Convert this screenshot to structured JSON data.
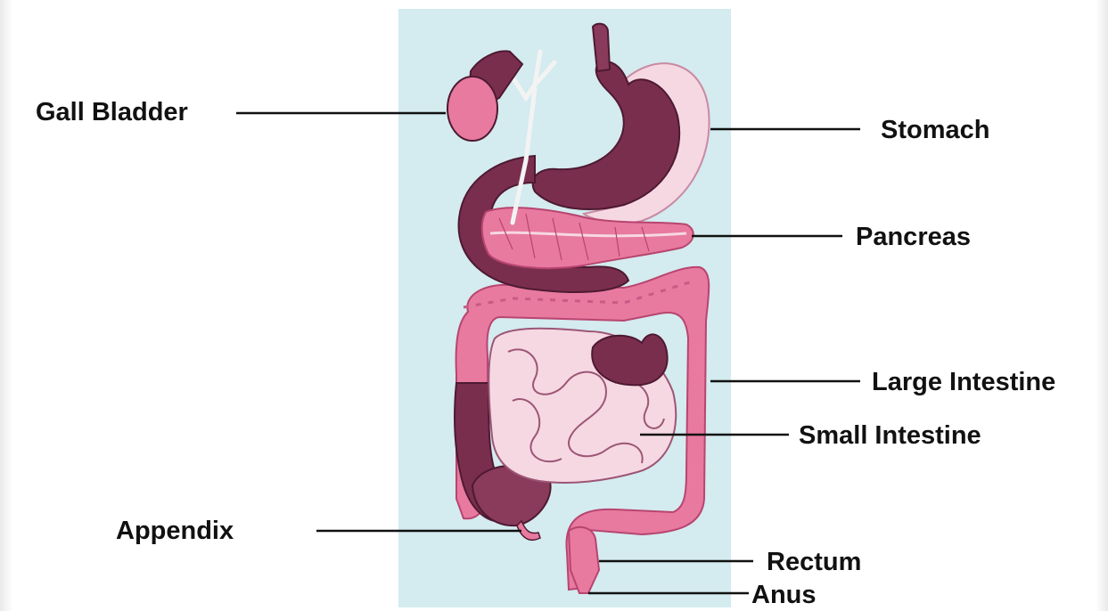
{
  "labels": {
    "gall_bladder": "Gall Bladder",
    "stomach": "Stomach",
    "pancreas": "Pancreas",
    "large_intestine": "Large Intestine",
    "small_intestine": "Small Intestine",
    "appendix": "Appendix",
    "rectum": "Rectum",
    "anus": "Anus"
  },
  "colors": {
    "background_panel": "#d4ebef",
    "organ_dark": "#7a2e4e",
    "organ_pink": "#e8799f",
    "organ_light": "#f6d8e2",
    "line": "#111111"
  }
}
